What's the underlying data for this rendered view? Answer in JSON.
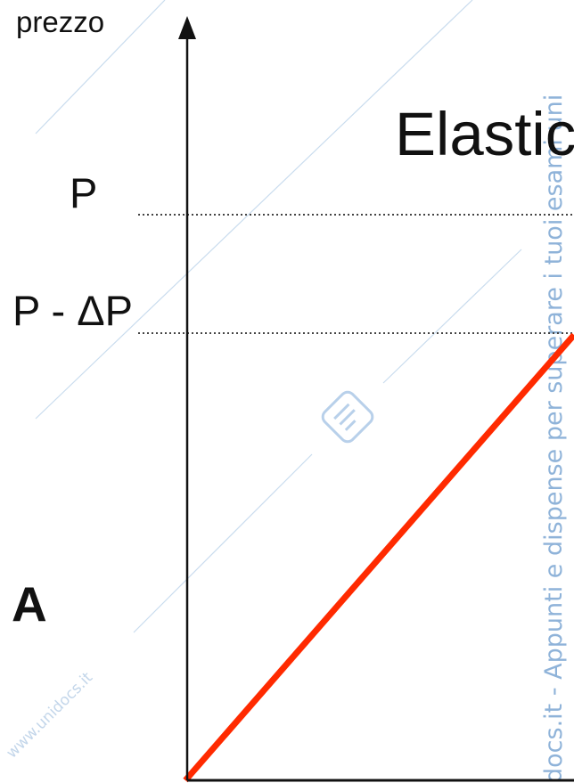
{
  "labels": {
    "y_axis": "prezzo",
    "title": "Elastic",
    "price_p": "P",
    "price_p_minus_dp": "P - ΔP",
    "panel": "A"
  },
  "watermark": {
    "vertical_text": "docs.it   - Appunti e dispense per superare i tuoi esami uni",
    "diagonal_text": "www.unidocs.it",
    "color": "#8fb3d9"
  },
  "colors": {
    "axis": "#111111",
    "curve": "#ff2a00",
    "guide": "#444444"
  }
}
